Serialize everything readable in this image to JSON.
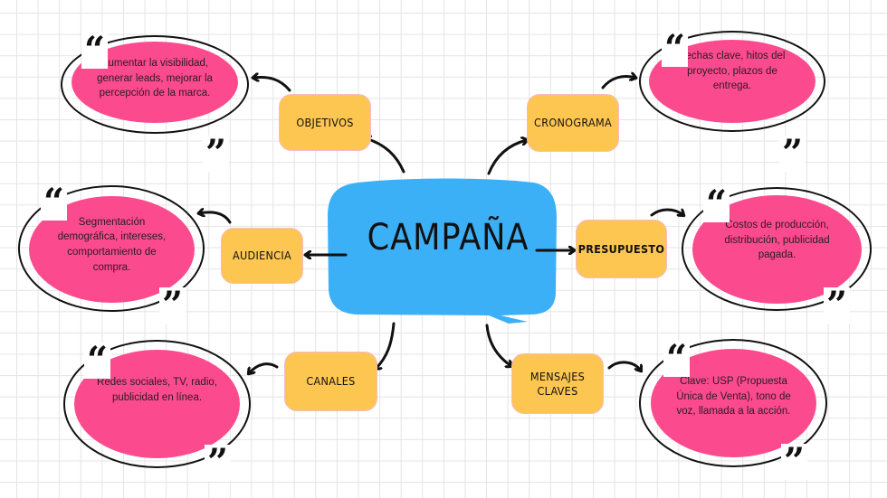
{
  "diagram": {
    "title": "Mapa mental de campaña",
    "center": {
      "label": "CAMPAÑA",
      "color": "#3cb0f7"
    },
    "colors": {
      "topic_fill": "#fdc651",
      "topic_border": "#f7b9c8",
      "detail_fill": "#fb4b8e",
      "arrow": "#111111",
      "grid": "#e4e4e4"
    },
    "quote_open": "“",
    "quote_close": "”",
    "branches": [
      {
        "id": "objetivos",
        "label": "OBJETIVOS",
        "detail": "Aumentar la visibilidad, generar leads, mejorar la percepción de la marca."
      },
      {
        "id": "cronograma",
        "label": "CRONOGRAMA",
        "detail": "Fechas clave, hitos del proyecto, plazos de entrega."
      },
      {
        "id": "audiencia",
        "label": "AUDIENCIA",
        "detail": "Segmentación demográfica, intereses, comportamiento de compra."
      },
      {
        "id": "presupuesto",
        "label": "PRESUPUESTO",
        "detail": "Costos de producción, distribución, publicidad pagada."
      },
      {
        "id": "canales",
        "label": "CANALES",
        "detail": "Redes sociales, TV, radio, publicidad en línea."
      },
      {
        "id": "mensajes",
        "label": "MENSAJES CLAVES",
        "detail": "Clave: USP (Propuesta Única de Venta), tono de voz, llamada a la acción."
      }
    ]
  }
}
